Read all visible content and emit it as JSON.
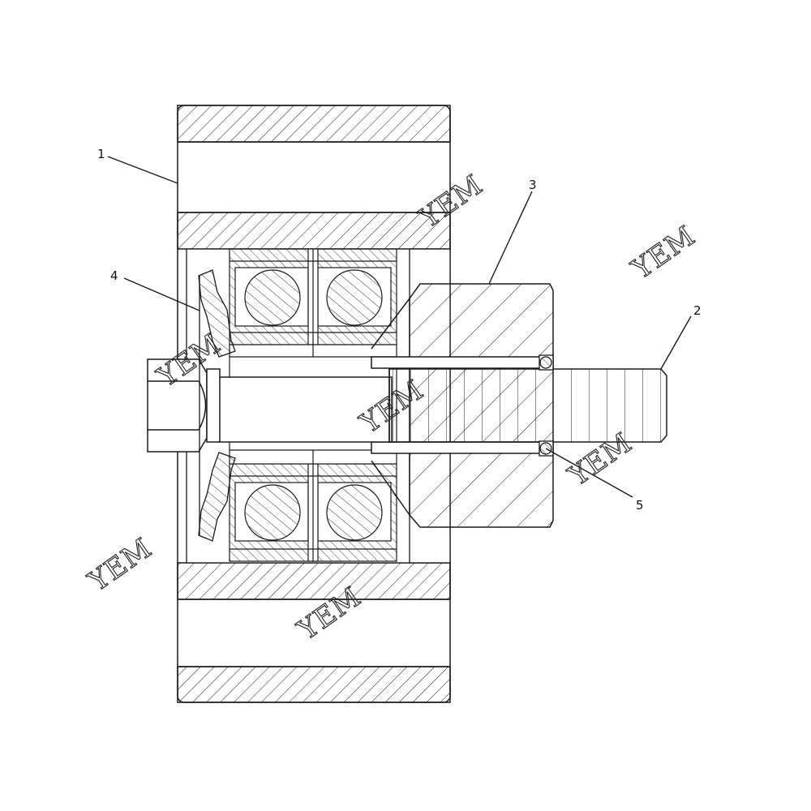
{
  "callouts": [
    {
      "id": "1",
      "label": "1"
    },
    {
      "id": "2",
      "label": "2"
    },
    {
      "id": "3",
      "label": "3"
    },
    {
      "id": "4",
      "label": "4"
    },
    {
      "id": "5",
      "label": "5"
    }
  ],
  "watermark": {
    "text": "YEM"
  },
  "colors": {
    "line": "#1a1a1a",
    "background": "#ffffff"
  }
}
